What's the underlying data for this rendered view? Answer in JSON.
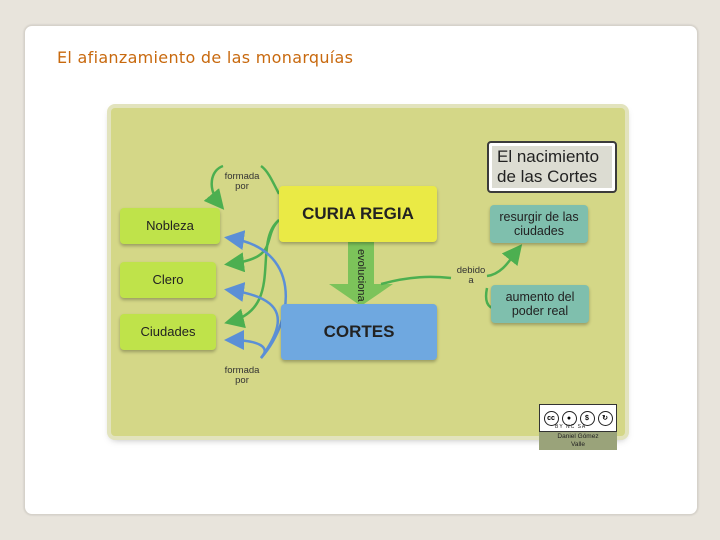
{
  "slide": {
    "title": "El afianzamiento de las monarquías"
  },
  "diagram": {
    "map_title": {
      "line1": "El nacimiento",
      "line2": "de las Cortes"
    },
    "nodes": {
      "nobleza": "Nobleza",
      "clero": "Clero",
      "ciudades": "Ciudades",
      "curia_regia": "CURIA REGIA",
      "cortes": "CORTES",
      "resurgir_line1": "resurgir de las",
      "resurgir_line2": "ciudades",
      "aumento_line1": "aumento del",
      "aumento_line2": "poder real"
    },
    "links": {
      "formada_por_top_1": "formada",
      "formada_por_top_2": "por",
      "formada_por_bottom_1": "formada",
      "formada_por_bottom_2": "por",
      "evoluciona": "evoluciona",
      "debido_a_1": "debido",
      "debido_a_2": "a"
    },
    "colors": {
      "green": "#bfe34a",
      "yellow": "#eaea45",
      "blue": "#6fa8e0",
      "teal": "#7fbfad",
      "green_arrow": "#4caf50",
      "blue_arrow": "#5b8fd6"
    },
    "license": {
      "cc": "cc",
      "terms": "BY NC SA",
      "author_line1": "Daniel Gómez",
      "author_line2": "Valle"
    }
  }
}
